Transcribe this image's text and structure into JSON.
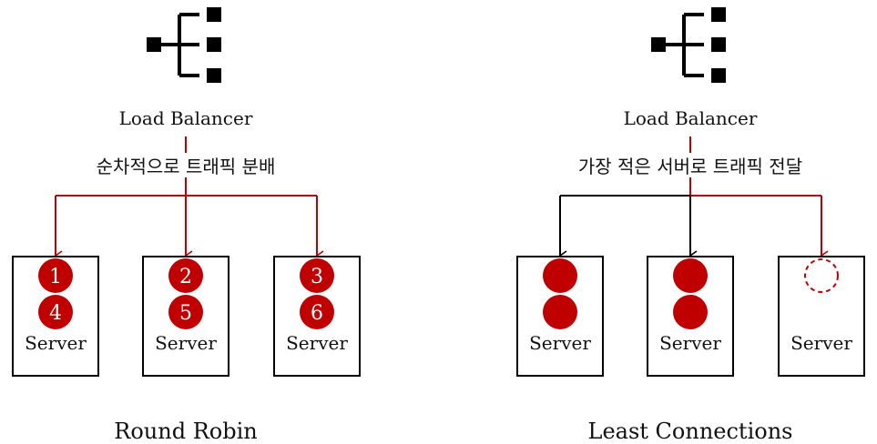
{
  "colors": {
    "accent": "#c00000",
    "line_black": "#000000",
    "background": "#ffffff"
  },
  "icons": [
    "load-balancer-icon",
    "load-balancer-icon"
  ],
  "round_robin": {
    "balancer_label": "Load Balancer",
    "description": "순차적으로 트래픽 분배",
    "caption": "Round Robin",
    "servers": [
      {
        "label": "Server",
        "requests": [
          "1",
          "4"
        ]
      },
      {
        "label": "Server",
        "requests": [
          "2",
          "5"
        ]
      },
      {
        "label": "Server",
        "requests": [
          "3",
          "6"
        ]
      }
    ]
  },
  "least_connections": {
    "balancer_label": "Load Balancer",
    "description": "가장 적은 서버로 트래픽 전달",
    "caption": "Least Connections",
    "servers": [
      {
        "label": "Server",
        "connections": 2
      },
      {
        "label": "Server",
        "connections": 2
      },
      {
        "label": "Server",
        "connections": 0,
        "incoming": true
      }
    ]
  }
}
